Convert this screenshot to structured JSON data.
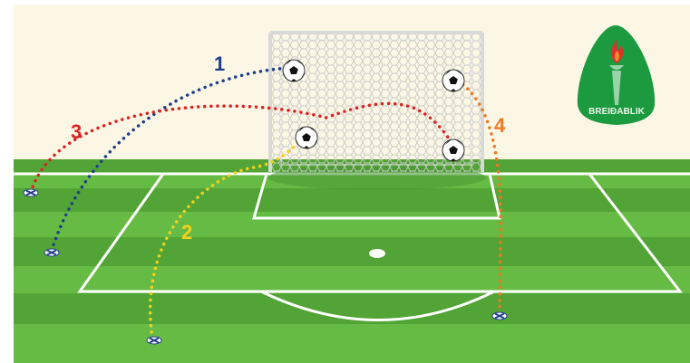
{
  "colors": {
    "sky": "#fbf7e4",
    "grass_light": "#66bb44",
    "grass_dark": "#52a436",
    "lines": "#ffffff",
    "net": "#cfcfcf",
    "route_1": "#1f3f8a",
    "route_2": "#f2d21b",
    "route_3": "#dc2223",
    "route_4": "#ec7a22",
    "logo_green": "#1c9a3f"
  },
  "routes": [
    {
      "number": "1",
      "color_key": "route_1"
    },
    {
      "number": "2",
      "color_key": "route_2"
    },
    {
      "number": "3",
      "color_key": "route_3"
    },
    {
      "number": "4",
      "color_key": "route_4"
    }
  ],
  "icons": [
    "soccer-ball-icon",
    "cone-marker-icon",
    "torch-icon"
  ],
  "logo": {
    "text": "BREIÐABLIK"
  }
}
